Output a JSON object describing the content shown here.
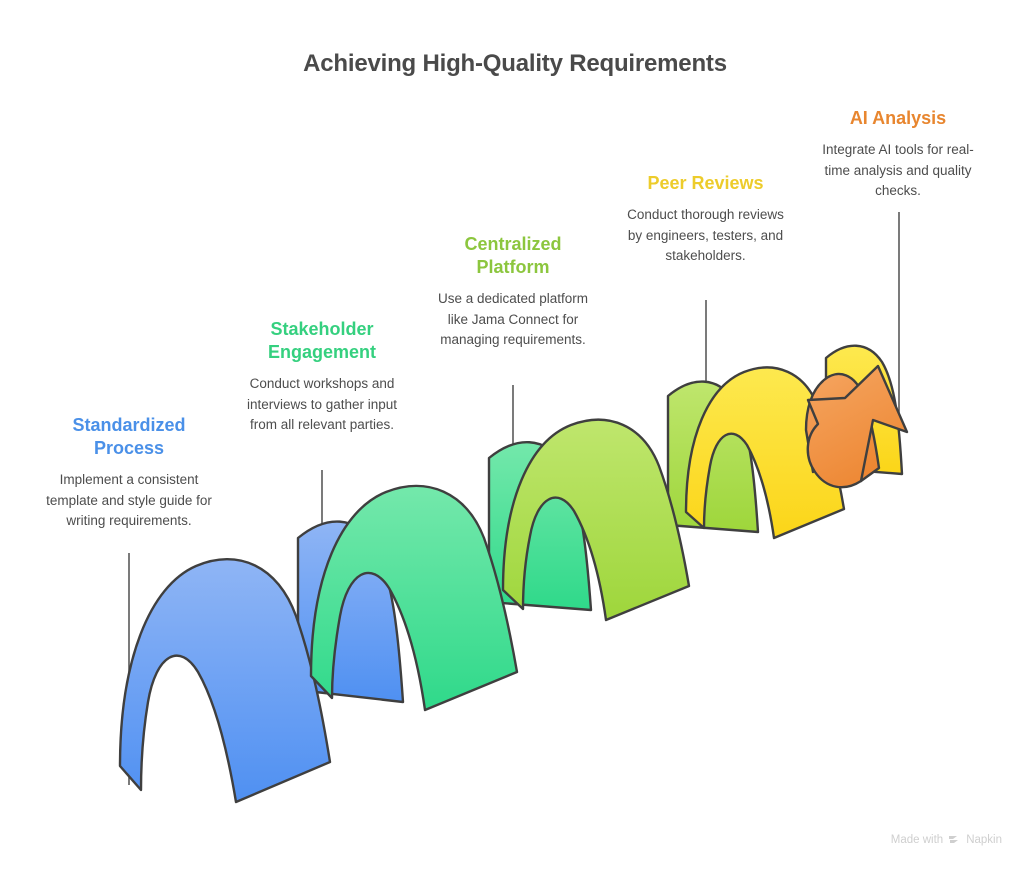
{
  "title": "Achieving High-Quality Requirements",
  "watermark": {
    "text_before": "Made with",
    "brand": "Napkin",
    "logo_icon": "napkin-chevrons-icon"
  },
  "palette": {
    "title_color": "#4a4a4a",
    "body_text_color": "#4d4d4d",
    "connector_color": "#5a5a5a",
    "outline_color": "#3f3f3f",
    "background": "#ffffff"
  },
  "steps": [
    {
      "title": "Standardized Process",
      "description": "Implement a consistent template and style guide for writing requirements.",
      "color": "#4f90f2",
      "color_light": "#8fb5f5",
      "label_color": "#4a90e8"
    },
    {
      "title": "Stakeholder Engagement",
      "description": "Conduct workshops and interviews to gather input from all relevant parties.",
      "color": "#2fd98a",
      "color_light": "#74e8ab",
      "label_color": "#35d07f"
    },
    {
      "title": "Centralized Platform",
      "description": "Use a dedicated platform like Jama Connect for managing requirements.",
      "color": "#9ed63b",
      "color_light": "#bfe66d",
      "label_color": "#8cc63e"
    },
    {
      "title": "Peer Reviews",
      "description": "Conduct thorough reviews by engineers, testers, and stakeholders.",
      "color": "#fbd518",
      "color_light": "#fde94f",
      "label_color": "#edcc2b"
    },
    {
      "title": "AI Analysis",
      "description": "Integrate AI tools for real-time analysis and quality checks.",
      "color": "#ed8733",
      "color_light": "#f5a45f",
      "label_color": "#e8862f"
    }
  ]
}
